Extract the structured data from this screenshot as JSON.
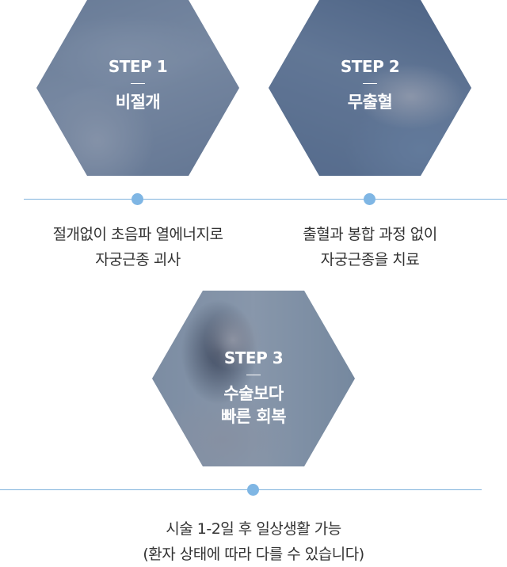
{
  "steps": [
    {
      "step": "STEP 1",
      "title_lines": [
        "비절개"
      ],
      "description_lines": [
        "절개없이 초음파 열에너지로",
        "자궁근종 괴사"
      ]
    },
    {
      "step": "STEP 2",
      "title_lines": [
        "무출혈"
      ],
      "description_lines": [
        "출혈과 봉합 과정 없이",
        "자궁근종을 치료"
      ]
    },
    {
      "step": "STEP 3",
      "title_lines": [
        "수술보다",
        "빠른 회복"
      ],
      "description_lines": [
        "시술 1-2일 후 일상생활 가능",
        "(환자 상태에 따라 다를 수 있습니다)"
      ]
    }
  ],
  "colors": {
    "hex_overlay": "#405678",
    "timeline_line": "#7fb2dc",
    "timeline_dot": "#7fb6e4",
    "text": "#333333"
  },
  "icons": [
    "step-1-photo",
    "step-2-photo",
    "step-3-photo"
  ]
}
